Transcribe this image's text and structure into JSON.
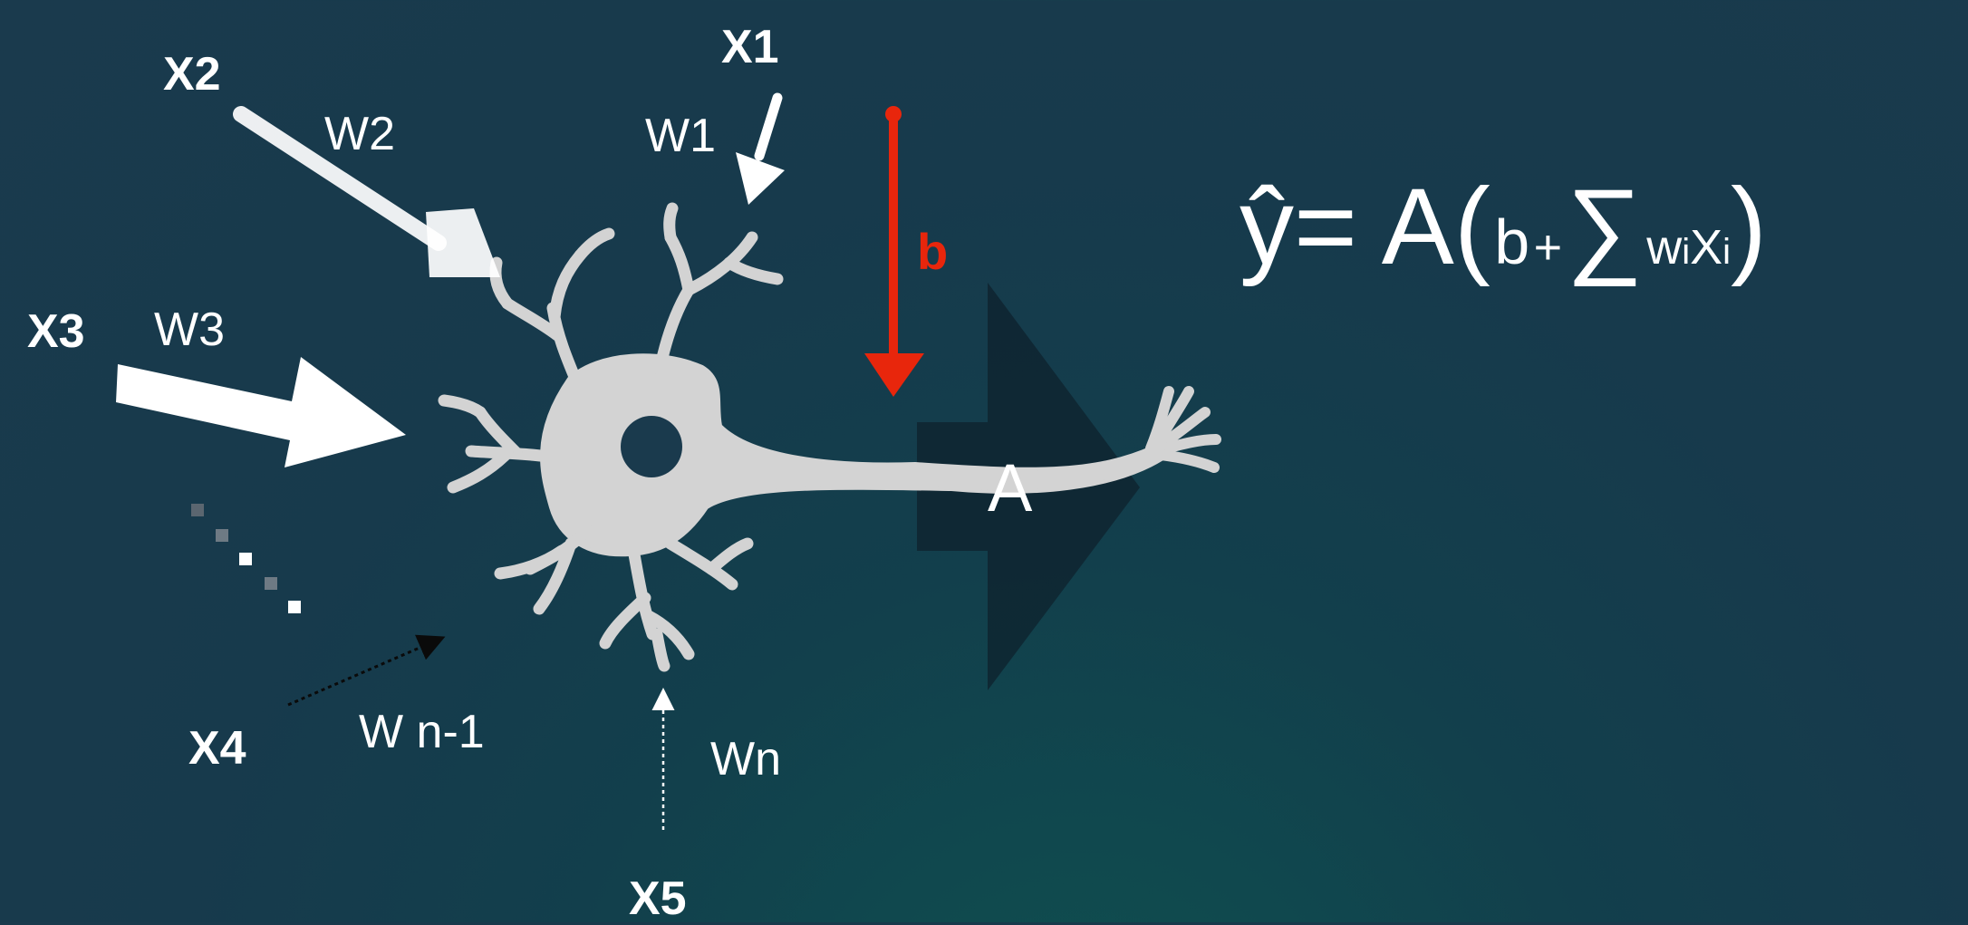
{
  "inputs": {
    "x1": "X1",
    "x2": "X2",
    "x3": "X3",
    "x4": "X4",
    "x5": "X5"
  },
  "weights": {
    "w1": "W1",
    "w2": "W2",
    "w3": "W3",
    "wn_minus_1": "W n-1",
    "wn": "Wn"
  },
  "bias": {
    "label": "b",
    "color": "#e8260c"
  },
  "activation": {
    "label": "A"
  },
  "formula": {
    "lhs": "ŷ",
    "equals_a": "= A(",
    "b": "b",
    "plus": "+",
    "sigma": "∑",
    "w": "w",
    "w_sub": "i",
    "x": "X",
    "x_sub": "i",
    "close": ")"
  },
  "colors": {
    "background": "#1a3a4d",
    "neuron": "#d3d3d3",
    "activation_arrow": "#10232f",
    "text": "#ffffff"
  },
  "icons": [
    "neuron-icon",
    "activation-arrow-icon",
    "bias-arrow-icon",
    "input-arrow-icon",
    "ellipsis-dots-icon"
  ]
}
